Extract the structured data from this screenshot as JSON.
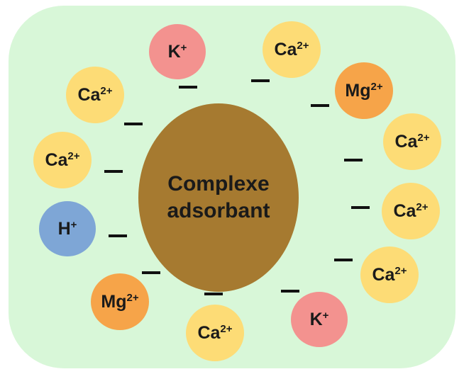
{
  "colors": {
    "panel": "#d8f7d8",
    "center": "#a67a30",
    "ca": "#fddc76",
    "k": "#f3928f",
    "mg": "#f6a449",
    "h": "#7ea6d6",
    "charge": "#111111"
  },
  "center": {
    "line1": "Complexe",
    "line2": "adsorbant"
  },
  "ions": [
    {
      "symbol": "K",
      "charge": "+",
      "kind": "k"
    },
    {
      "symbol": "Ca",
      "charge": "2+",
      "kind": "ca"
    },
    {
      "symbol": "Ca",
      "charge": "2+",
      "kind": "ca"
    },
    {
      "symbol": "Mg",
      "charge": "2+",
      "kind": "mg"
    },
    {
      "symbol": "Ca",
      "charge": "2+",
      "kind": "ca"
    },
    {
      "symbol": "Ca",
      "charge": "2+",
      "kind": "ca"
    },
    {
      "symbol": "Ca",
      "charge": "2+",
      "kind": "ca"
    },
    {
      "symbol": "K",
      "charge": "+",
      "kind": "k"
    },
    {
      "symbol": "Ca",
      "charge": "2+",
      "kind": "ca"
    },
    {
      "symbol": "Mg",
      "charge": "2+",
      "kind": "mg"
    },
    {
      "symbol": "H",
      "charge": "+",
      "kind": "h"
    },
    {
      "symbol": "Ca",
      "charge": "2+",
      "kind": "ca"
    }
  ]
}
